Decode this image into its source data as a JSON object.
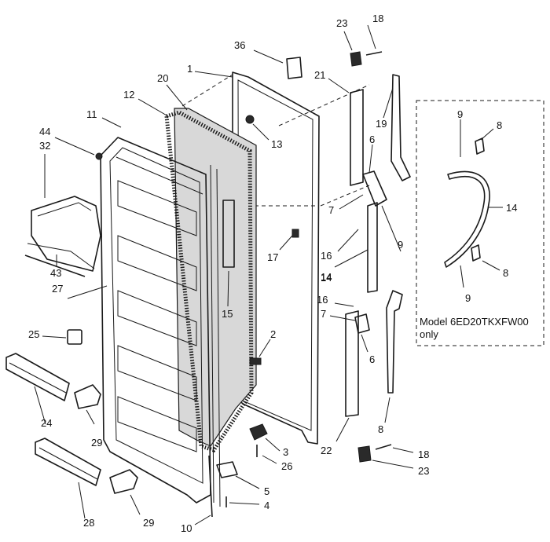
{
  "callouts": {
    "c36": "36",
    "c1": "1",
    "c20": "20",
    "c12": "12",
    "c11": "11",
    "c44": "44",
    "c32": "32",
    "c13": "13",
    "c17": "17",
    "c14": "14",
    "c15": "15",
    "c43": "43",
    "c27": "27",
    "c25": "25",
    "c24": "24",
    "c29a": "29",
    "c29b": "29",
    "c28": "28",
    "c2": "2",
    "c3": "3",
    "c26": "26",
    "c5": "5",
    "c4": "4",
    "c10": "10",
    "c23a": "23",
    "c18a": "18",
    "c21": "21",
    "c19": "19",
    "c6a": "6",
    "c7a": "7",
    "c16a": "16",
    "c14b": "14",
    "c9a": "9",
    "c16b": "16",
    "c7b": "7",
    "c6b": "6",
    "c22": "22",
    "c8a": "8",
    "c18b": "18",
    "c23b": "23",
    "c9b": "9",
    "c8b": "8",
    "c14c": "14",
    "c8c": "8",
    "c9c": "9"
  },
  "model_note": {
    "line1": "Model 6ED20TKXFW00",
    "line2": "only"
  }
}
